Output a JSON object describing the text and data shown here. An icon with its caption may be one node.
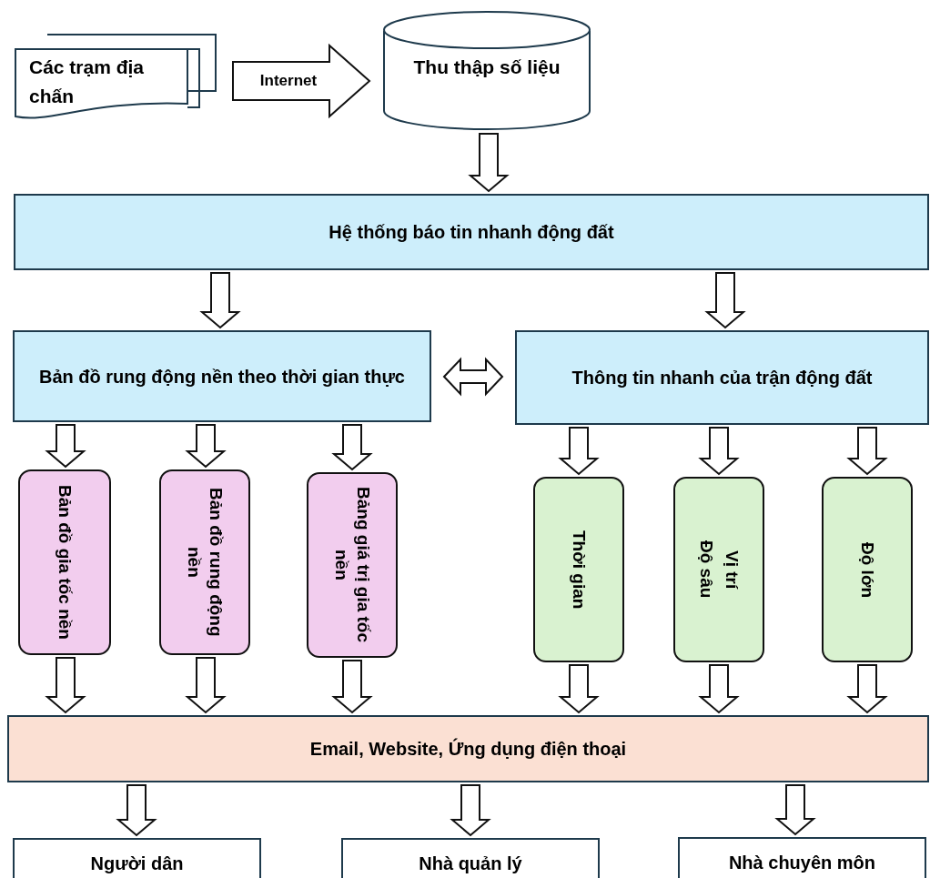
{
  "diagram": {
    "nodes": [
      {
        "text": [
          "Các trạm địa chấn"
        ]
      },
      {
        "text": [
          "Thu thập số liệu"
        ]
      },
      {
        "text": [
          "Hệ thống báo tin nhanh động đất"
        ]
      },
      {
        "text": [
          "Bản đồ rung động nền theo thời gian thực"
        ]
      },
      {
        "text": [
          "Thông tin nhanh của trận động đất"
        ]
      },
      {
        "text": [
          "Bản đồ gia tốc nền"
        ]
      },
      {
        "text": [
          "Bản đồ rung động nền"
        ]
      },
      {
        "text": [
          "Bảng giá trị gia tốc nền"
        ]
      },
      {
        "text": [
          "Thời gian"
        ]
      },
      {
        "text": [
          "Vị trí",
          "Độ sâu"
        ]
      },
      {
        "text": [
          "Độ lớn"
        ]
      },
      {
        "text": [
          "Email, Website, Ứng dụng điện thoại"
        ]
      },
      {
        "text": [
          "Người dân"
        ]
      },
      {
        "text": [
          "Nhà quản lý"
        ]
      },
      {
        "text": [
          "Nhà chuyên môn"
        ]
      }
    ],
    "edges": [
      {
        "from": 0,
        "to": 1,
        "arrow": "to",
        "label": "Internet"
      },
      {
        "from": 1,
        "to": 2,
        "arrow": "to"
      },
      {
        "from": 2,
        "to": 3,
        "arrow": "to"
      },
      {
        "from": 2,
        "to": 4,
        "arrow": "to"
      },
      {
        "from": 3,
        "to": 4,
        "arrow": "both"
      },
      {
        "from": 3,
        "to": 5,
        "arrow": "to"
      },
      {
        "from": 3,
        "to": 6,
        "arrow": "to"
      },
      {
        "from": 3,
        "to": 7,
        "arrow": "to"
      },
      {
        "from": 4,
        "to": 8,
        "arrow": "to"
      },
      {
        "from": 4,
        "to": 9,
        "arrow": "to"
      },
      {
        "from": 4,
        "to": 10,
        "arrow": "to"
      },
      {
        "from": 5,
        "to": 11,
        "arrow": "to"
      },
      {
        "from": 6,
        "to": 11,
        "arrow": "to"
      },
      {
        "from": 7,
        "to": 11,
        "arrow": "to"
      },
      {
        "from": 8,
        "to": 11,
        "arrow": "to"
      },
      {
        "from": 9,
        "to": 11,
        "arrow": "to"
      },
      {
        "from": 10,
        "to": 11,
        "arrow": "to"
      },
      {
        "from": 11,
        "to": 12,
        "arrow": "to"
      },
      {
        "from": 11,
        "to": 13,
        "arrow": "to"
      },
      {
        "from": 11,
        "to": 14,
        "arrow": "to"
      }
    ]
  }
}
